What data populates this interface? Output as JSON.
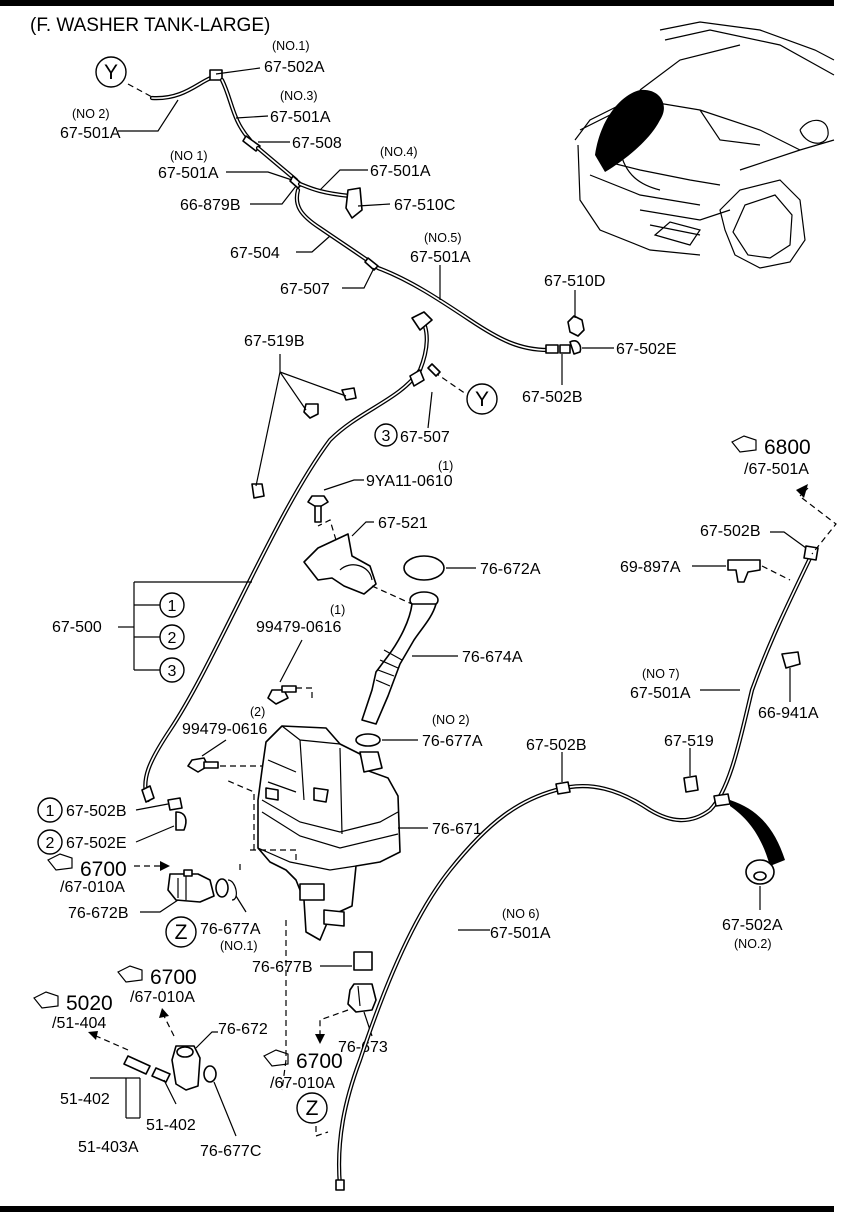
{
  "title": "(F. WASHER TANK-LARGE)",
  "callouts": {
    "no1_67502A": {
      "note": "(NO.1)",
      "code": "67-502A"
    },
    "no2_67501A": {
      "note": "(NO 2)",
      "code": "67-501A"
    },
    "no3_67501A": {
      "note": "(NO.3)",
      "code": "67-501A"
    },
    "p67508": {
      "code": "67-508"
    },
    "no1_67501A": {
      "note": "(NO 1)",
      "code": "67-501A"
    },
    "no4_67501A": {
      "note": "(NO.4)",
      "code": "67-501A"
    },
    "p66879B": {
      "code": "66-879B"
    },
    "p67510C": {
      "code": "67-510C"
    },
    "p67504": {
      "code": "67-504"
    },
    "no5_67501A": {
      "note": "(NO.5)",
      "code": "67-501A"
    },
    "p67507": {
      "code": "67-507"
    },
    "p67510D": {
      "code": "67-510D"
    },
    "p67502E_top": {
      "code": "67-502E"
    },
    "p67502B_top": {
      "code": "67-502B"
    },
    "p67519B": {
      "code": "67-519B"
    },
    "circ3_67507": {
      "num": "3",
      "code": "67-507"
    },
    "p9YA11": {
      "code": "9YA11-0610",
      "qty": "(1)"
    },
    "p67521": {
      "code": "67-521"
    },
    "p76672A": {
      "code": "76-672A"
    },
    "p67500": {
      "code": "67-500",
      "items": [
        "1",
        "2",
        "3"
      ]
    },
    "p99479_1": {
      "code": "99479-0616",
      "qty": "(1)"
    },
    "p76674A": {
      "code": "76-674A"
    },
    "p99479_2": {
      "code": "99479-0616",
      "qty": "(2)"
    },
    "no2_76677A": {
      "note": "(NO 2)",
      "code": "76-677A"
    },
    "circ1_67502B": {
      "num": "1",
      "code": "67-502B"
    },
    "circ2_67502E": {
      "num": "2",
      "code": "67-502E"
    },
    "p76671": {
      "code": "76-671"
    },
    "ref6700_a": {
      "num": "6700",
      "sub": "/67-010A"
    },
    "p76672B": {
      "code": "76-672B"
    },
    "no1_76677A": {
      "note": "(NO.1)",
      "code": "76-677A"
    },
    "p76677B": {
      "code": "76-677B"
    },
    "ref6700_b": {
      "num": "6700",
      "sub": "/67-010A"
    },
    "ref5020": {
      "num": "5020",
      "sub": "/51-404"
    },
    "p76672": {
      "code": "76-672"
    },
    "p76673": {
      "code": "76-673"
    },
    "ref6700_c": {
      "num": "6700",
      "sub": "/67-010A"
    },
    "p51402_a": {
      "code": "51-402"
    },
    "p51402_b": {
      "code": "51-402"
    },
    "p51403A": {
      "code": "51-403A"
    },
    "p76677C": {
      "code": "76-677C"
    },
    "ref6800": {
      "num": "6800",
      "sub": "/67-501A"
    },
    "p67502B_right": {
      "code": "67-502B"
    },
    "p69897A": {
      "code": "69-897A"
    },
    "no7_67501A": {
      "note": "(NO 7)",
      "code": "67-501A"
    },
    "p66941A": {
      "code": "66-941A"
    },
    "p67502B_mid": {
      "code": "67-502B"
    },
    "p67519": {
      "code": "67-519"
    },
    "no6_67501A": {
      "note": "(NO 6)",
      "code": "67-501A"
    },
    "p67502A_no2": {
      "code": "67-502A",
      "note": "(NO.2)"
    }
  },
  "markers": {
    "Y": "Y",
    "Z": "Z"
  }
}
